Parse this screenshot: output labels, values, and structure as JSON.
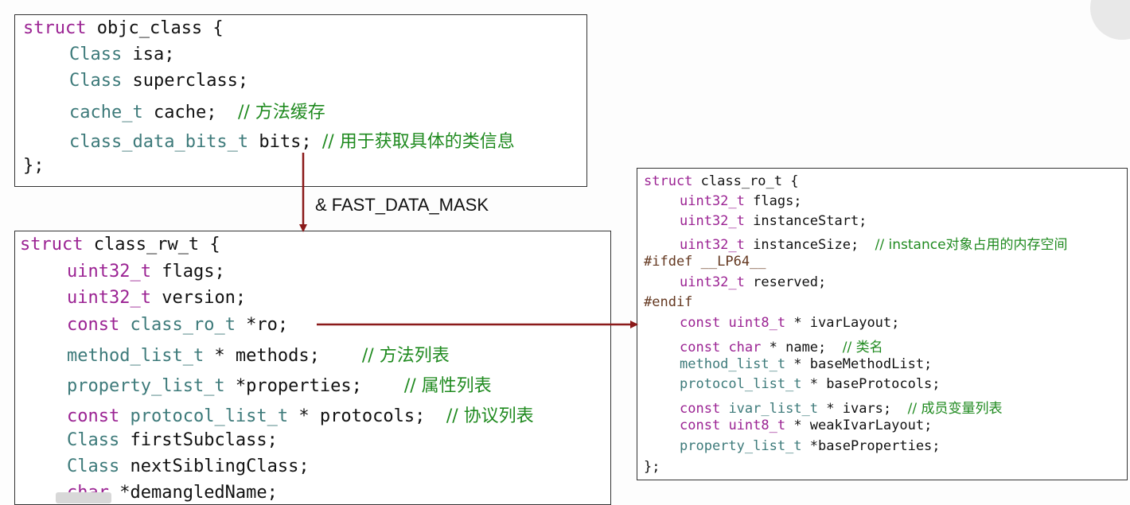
{
  "objc_class": {
    "l0": {
      "kw": "struct",
      "rest": " objc_class {"
    },
    "l1": {
      "ty": "Class",
      "rest": " isa;"
    },
    "l2": {
      "ty": "Class",
      "rest": " superclass;"
    },
    "l3": {
      "ty": "cache_t",
      "rest": " cache;  ",
      "cm": "// 方法缓存"
    },
    "l4": {
      "ty": "class_data_bits_t",
      "rest": " bits; ",
      "cm": "// 用于获取具体的类信息"
    },
    "l5": "};"
  },
  "mask_label": "& FAST_DATA_MASK",
  "class_rw_t": {
    "l0": {
      "kw": "struct",
      "rest": " class_rw_t {"
    },
    "l1": {
      "ty": "uint32_t",
      "rest": " flags;"
    },
    "l2": {
      "ty": "uint32_t",
      "rest": " version;"
    },
    "l3": {
      "kw": "const",
      "ty": "class_ro_t",
      "rest": " *ro;"
    },
    "l4": {
      "ty": "method_list_t",
      "rest": " * methods;    ",
      "cm": "// 方法列表"
    },
    "l5": {
      "ty": "property_list_t",
      "rest": " *properties;    ",
      "cm": "// 属性列表"
    },
    "l6": {
      "kw": "const",
      "ty": "protocol_list_t",
      "rest": " * protocols;  ",
      "cm": "// 协议列表"
    },
    "l7": {
      "ty": "Class",
      "rest": " firstSubclass;"
    },
    "l8": {
      "ty": "Class",
      "rest": " nextSiblingClass;"
    },
    "l9": {
      "kw": "char",
      "rest": " *demangledName;"
    }
  },
  "class_ro_t": {
    "l0": {
      "kw": "struct",
      "rest": " class_ro_t {"
    },
    "l1": {
      "ty": "uint32_t",
      "rest": " flags;"
    },
    "l2": {
      "ty": "uint32_t",
      "rest": " instanceStart;"
    },
    "l3": {
      "ty": "uint32_t",
      "rest": " instanceSize;  ",
      "cm": "// instance对象占用的内存空间"
    },
    "l4": "#ifdef __LP64__",
    "l5": {
      "ty": "uint32_t",
      "rest": " reserved;"
    },
    "l6": "#endif",
    "l7": {
      "kw": "const",
      "ty": "uint8_t",
      "rest": " * ivarLayout;"
    },
    "l8": {
      "kw": "const",
      "ty": "char",
      "rest": " * name;  ",
      "cm": "// 类名"
    },
    "l9": {
      "ty": "method_list_t",
      "rest": " * baseMethodList;"
    },
    "l10": {
      "ty": "protocol_list_t",
      "rest": " * baseProtocols;"
    },
    "l11": {
      "kw": "const",
      "ty": "ivar_list_t",
      "rest": " * ivars;  ",
      "cm": "// 成员变量列表"
    },
    "l12": {
      "kw": "const",
      "ty": "uint8_t",
      "rest": " * weakIvarLayout;"
    },
    "l13": {
      "ty": "property_list_t",
      "rest": " *baseProperties;"
    },
    "l14": "};"
  },
  "colors": {
    "keyword": "#9b2393",
    "type": "#3d7a7a",
    "comment": "#1f8a1f",
    "arrow": "#8b1a1a"
  }
}
